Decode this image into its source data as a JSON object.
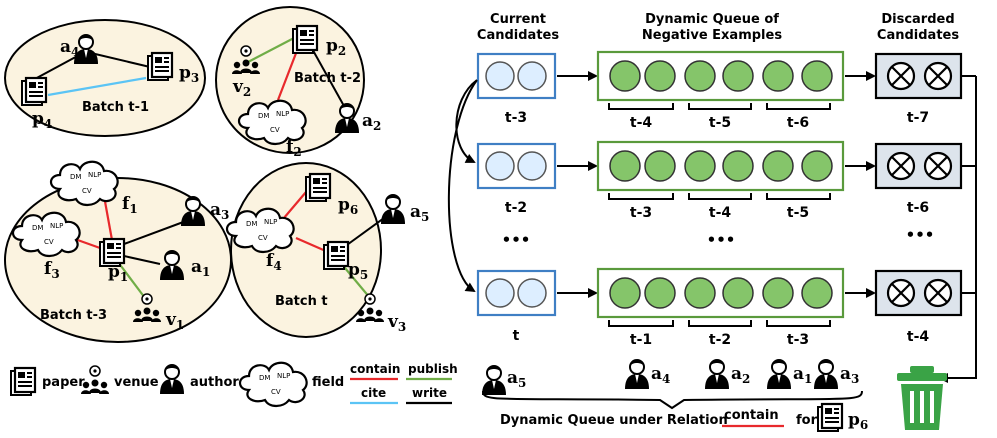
{
  "batches": {
    "b1": {
      "label": "Batch t-1",
      "nodes": {
        "a4": "a",
        "a4_sub": "4",
        "p3": "p",
        "p3_sub": "3",
        "p4": "p",
        "p4_sub": "4"
      }
    },
    "b2": {
      "label": "Batch t-2",
      "nodes": {
        "p2": "p",
        "p2_sub": "2",
        "v2": "v",
        "v2_sub": "2",
        "f2": "f",
        "f2_sub": "2",
        "a2": "a",
        "a2_sub": "2"
      }
    },
    "b3": {
      "label": "Batch t-3",
      "nodes": {
        "f1": "f",
        "f1_sub": "1",
        "a3": "a",
        "a3_sub": "3",
        "f3": "f",
        "f3_sub": "3",
        "p1": "p",
        "p1_sub": "1",
        "a1": "a",
        "a1_sub": "1",
        "v1": "v",
        "v1_sub": "1"
      }
    },
    "b4": {
      "label": "Batch t",
      "nodes": {
        "p6": "p",
        "p6_sub": "6",
        "a5": "a",
        "a5_sub": "5",
        "f4": "f",
        "f4_sub": "4",
        "p5": "p",
        "p5_sub": "5",
        "v3": "v",
        "v3_sub": "3"
      }
    }
  },
  "cloud_text": {
    "dm": "DM",
    "nlp": "NLP",
    "cv": "CV"
  },
  "legend": {
    "paper": "paper",
    "venue": "venue",
    "author": "author",
    "field": "field",
    "contain": "contain",
    "publish": "publish",
    "cite": "cite",
    "write": "write"
  },
  "colors": {
    "contain": "#e8292c",
    "publish": "#70ad47",
    "cite": "#5bc4f5",
    "write": "#000000",
    "batch_fill": "#fbf3e0",
    "candidate_border": "#3f7fc4",
    "candidate_fill": "#ddeeff",
    "queue_border": "#5a9a3c",
    "queue_fill": "#85c56a",
    "discard_fill": "#dde4ec",
    "trash": "#3aa346"
  },
  "headers": {
    "current": [
      "Current",
      "Candidates"
    ],
    "queue": [
      "Dynamic Queue of",
      "Negative Examples"
    ],
    "discarded": [
      "Discarded",
      "Candidates"
    ]
  },
  "rows": [
    {
      "cand": "t-3",
      "groups": [
        "t-4",
        "t-5",
        "t-6"
      ],
      "disc": "t-7"
    },
    {
      "cand": "t-2",
      "groups": [
        "t-3",
        "t-4",
        "t-5"
      ],
      "disc": "t-6"
    },
    {
      "cand": "t",
      "groups": [
        "t-1",
        "t-2",
        "t-3"
      ],
      "disc": "t-4"
    }
  ],
  "ellipsis": "•••",
  "authors": [
    {
      "label": "a",
      "sub": "5"
    },
    {
      "label": "a",
      "sub": "4"
    },
    {
      "label": "a",
      "sub": "2"
    },
    {
      "label": "a",
      "sub": "1"
    },
    {
      "label": "a",
      "sub": "3"
    }
  ],
  "caption": {
    "prefix": "Dynamic Queue under Relation",
    "relation": "contain",
    "for": "for",
    "paper": "p",
    "paper_sub": "6"
  }
}
